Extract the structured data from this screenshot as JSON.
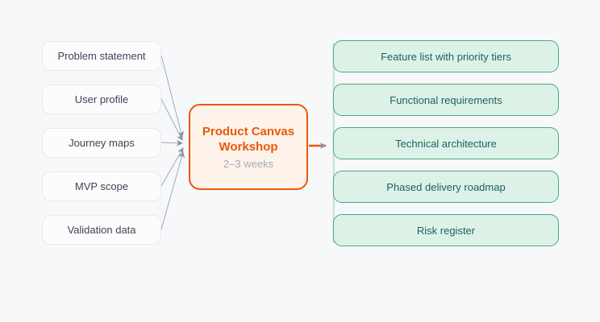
{
  "diagram": {
    "background_color": "#f7f8fa",
    "process_node": {
      "title": "Product Canvas Workshop",
      "duration": "2–3 weeks",
      "bg_color": "#fdf3ea",
      "border_color": "#e8590c",
      "title_color": "#e8590c",
      "duration_color": "#a6acb6"
    },
    "inputs": [
      "Problem statement",
      "User profile",
      "Journey maps",
      "MVP scope",
      "Validation data"
    ],
    "input_style": {
      "bg_color": "#fcfcfd",
      "border_color": "#e7e9ed",
      "text_color": "#3c4555"
    },
    "outputs": [
      "Feature list with priority tiers",
      "Functional requirements",
      "Technical architecture",
      "Phased delivery roadmap",
      "Risk register"
    ],
    "output_style": {
      "bg_color": "#ddf2e7",
      "border_color": "#49a886",
      "text_color": "#1d5f63"
    },
    "connector_color": "#a3a8b5",
    "arrowhead_color": "#8d94a2",
    "arrow_color": "#e8590c",
    "spine_color": "#49a886"
  }
}
